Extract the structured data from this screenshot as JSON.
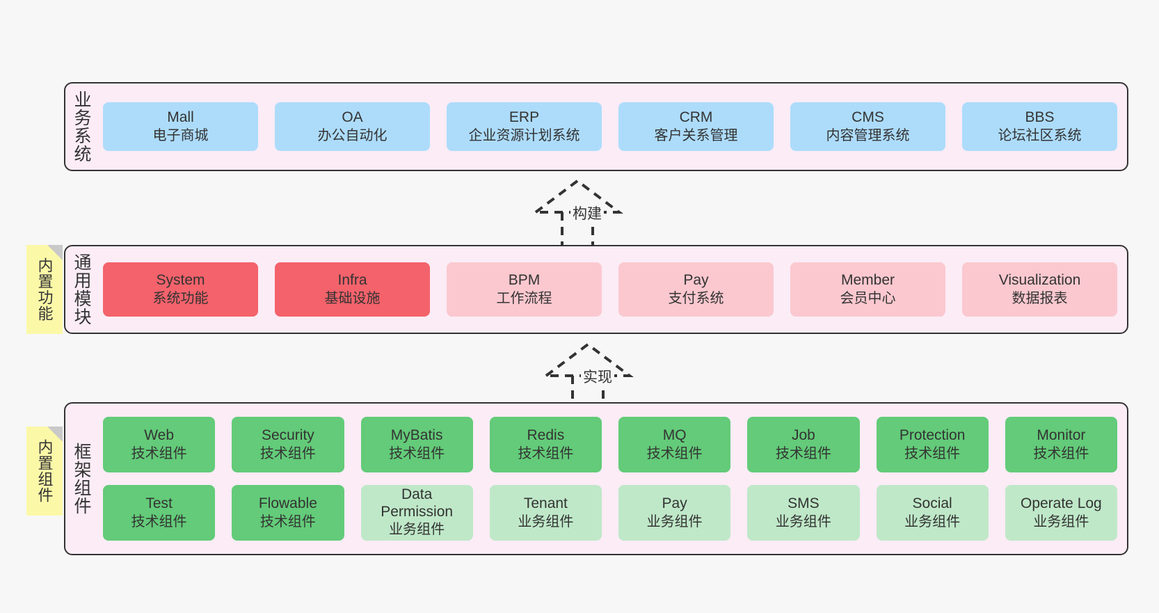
{
  "diagram": {
    "background": "#f7f7f7",
    "panel_bg": "#fbecf6",
    "panel_border": "#333333",
    "note_bg": "#fbf8a8"
  },
  "layers": [
    {
      "id": "business-system",
      "label": "业务系统",
      "rows": [
        {
          "cards": [
            {
              "title": "Mall",
              "sub": "电子商城",
              "color": "#addcfb",
              "style": "c-blue"
            },
            {
              "title": "OA",
              "sub": "办公自动化",
              "color": "#addcfb",
              "style": "c-blue"
            },
            {
              "title": "ERP",
              "sub": "企业资源计划系统",
              "color": "#addcfb",
              "style": "c-blue"
            },
            {
              "title": "CRM",
              "sub": "客户关系管理",
              "color": "#addcfb",
              "style": "c-blue"
            },
            {
              "title": "CMS",
              "sub": "内容管理系统",
              "color": "#addcfb",
              "style": "c-blue"
            },
            {
              "title": "BBS",
              "sub": "论坛社区系统",
              "color": "#addcfb",
              "style": "c-blue"
            }
          ]
        }
      ]
    },
    {
      "id": "common-module",
      "label": "通用模块",
      "note": "内置功能",
      "rows": [
        {
          "cards": [
            {
              "title": "System",
              "sub": "系统功能",
              "color": "#f4626b",
              "style": "c-red"
            },
            {
              "title": "Infra",
              "sub": "基础设施",
              "color": "#f4626b",
              "style": "c-red"
            },
            {
              "title": "BPM",
              "sub": "工作流程",
              "color": "#fbc8cf",
              "style": "c-pink"
            },
            {
              "title": "Pay",
              "sub": "支付系统",
              "color": "#fbc8cf",
              "style": "c-pink"
            },
            {
              "title": "Member",
              "sub": "会员中心",
              "color": "#fbc8cf",
              "style": "c-pink"
            },
            {
              "title": "Visualization",
              "sub": "数据报表",
              "color": "#fbc8cf",
              "style": "c-pink"
            }
          ]
        }
      ]
    },
    {
      "id": "framework-component",
      "label": "框架组件",
      "note": "内置组件",
      "rows": [
        {
          "cards": [
            {
              "title": "Web",
              "sub": "技术组件",
              "color": "#63cb79",
              "style": "c-green"
            },
            {
              "title": "Security",
              "sub": "技术组件",
              "color": "#63cb79",
              "style": "c-green"
            },
            {
              "title": "MyBatis",
              "sub": "技术组件",
              "color": "#63cb79",
              "style": "c-green"
            },
            {
              "title": "Redis",
              "sub": "技术组件",
              "color": "#63cb79",
              "style": "c-green"
            },
            {
              "title": "MQ",
              "sub": "技术组件",
              "color": "#63cb79",
              "style": "c-green"
            },
            {
              "title": "Job",
              "sub": "技术组件",
              "color": "#63cb79",
              "style": "c-green"
            },
            {
              "title": "Protection",
              "sub": "技术组件",
              "color": "#63cb79",
              "style": "c-green"
            },
            {
              "title": "Monitor",
              "sub": "技术组件",
              "color": "#63cb79",
              "style": "c-green"
            }
          ]
        },
        {
          "cards": [
            {
              "title": "Test",
              "sub": "技术组件",
              "color": "#63cb79",
              "style": "c-green"
            },
            {
              "title": "Flowable",
              "sub": "技术组件",
              "color": "#63cb79",
              "style": "c-green"
            },
            {
              "title": "Data Permission",
              "sub": "业务组件",
              "color": "#bfe8c8",
              "style": "c-lightgreen"
            },
            {
              "title": "Tenant",
              "sub": "业务组件",
              "color": "#bfe8c8",
              "style": "c-lightgreen"
            },
            {
              "title": "Pay",
              "sub": "业务组件",
              "color": "#bfe8c8",
              "style": "c-lightgreen"
            },
            {
              "title": "SMS",
              "sub": "业务组件",
              "color": "#bfe8c8",
              "style": "c-lightgreen"
            },
            {
              "title": "Social",
              "sub": "业务组件",
              "color": "#bfe8c8",
              "style": "c-lightgreen"
            },
            {
              "title": "Operate Log",
              "sub": "业务组件",
              "color": "#bfe8c8",
              "style": "c-lightgreen"
            }
          ]
        }
      ]
    }
  ],
  "connectors": [
    {
      "id": "build",
      "label": "构建"
    },
    {
      "id": "implement",
      "label": "实现"
    }
  ]
}
